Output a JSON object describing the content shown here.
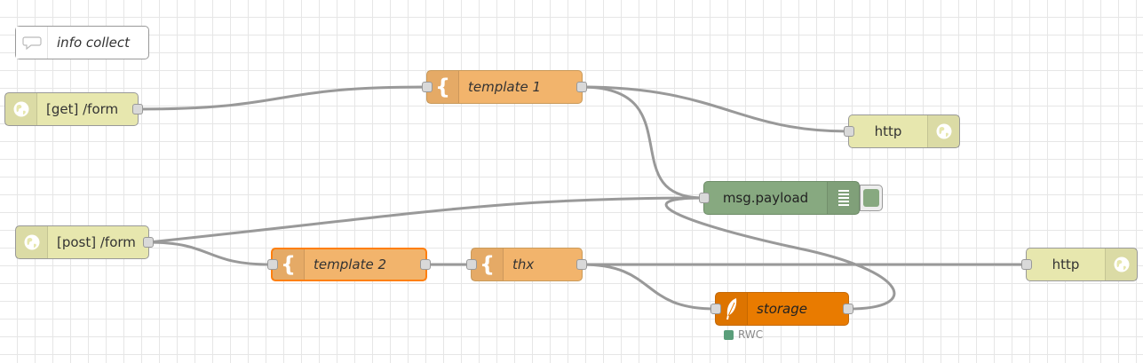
{
  "colors": {
    "http": "#e7e7ae",
    "template": "#f2b46c",
    "template_selected_border": "#ff7f0e",
    "debug": "#87a980",
    "storage": "#e97b00",
    "status_dot": "#5a9e7a",
    "wire": "#999999"
  },
  "nodes": {
    "comment": {
      "label": "info collect",
      "icon": "speech-bubble-icon"
    },
    "get_form": {
      "label": "[get] /form",
      "icon": "globe-icon"
    },
    "template1": {
      "label": "template 1",
      "icon": "brace-icon"
    },
    "http1": {
      "label": "http",
      "icon": "globe-icon"
    },
    "debug": {
      "label": "msg.payload",
      "icon": "list-icon"
    },
    "post_form": {
      "label": "[post] /form",
      "icon": "globe-icon"
    },
    "template2": {
      "label": "template 2",
      "icon": "brace-icon",
      "selected": true
    },
    "thx": {
      "label": "thx",
      "icon": "brace-icon"
    },
    "http2": {
      "label": "http",
      "icon": "globe-icon"
    },
    "storage": {
      "label": "storage",
      "icon": "feather-icon",
      "status": "RWC"
    }
  },
  "wires": [
    [
      "get_form",
      "template1"
    ],
    [
      "template1",
      "http1"
    ],
    [
      "template1",
      "debug"
    ],
    [
      "post_form",
      "debug"
    ],
    [
      "post_form",
      "template2"
    ],
    [
      "template2",
      "thx"
    ],
    [
      "thx",
      "http2"
    ],
    [
      "thx",
      "storage"
    ],
    [
      "storage",
      "debug"
    ]
  ]
}
